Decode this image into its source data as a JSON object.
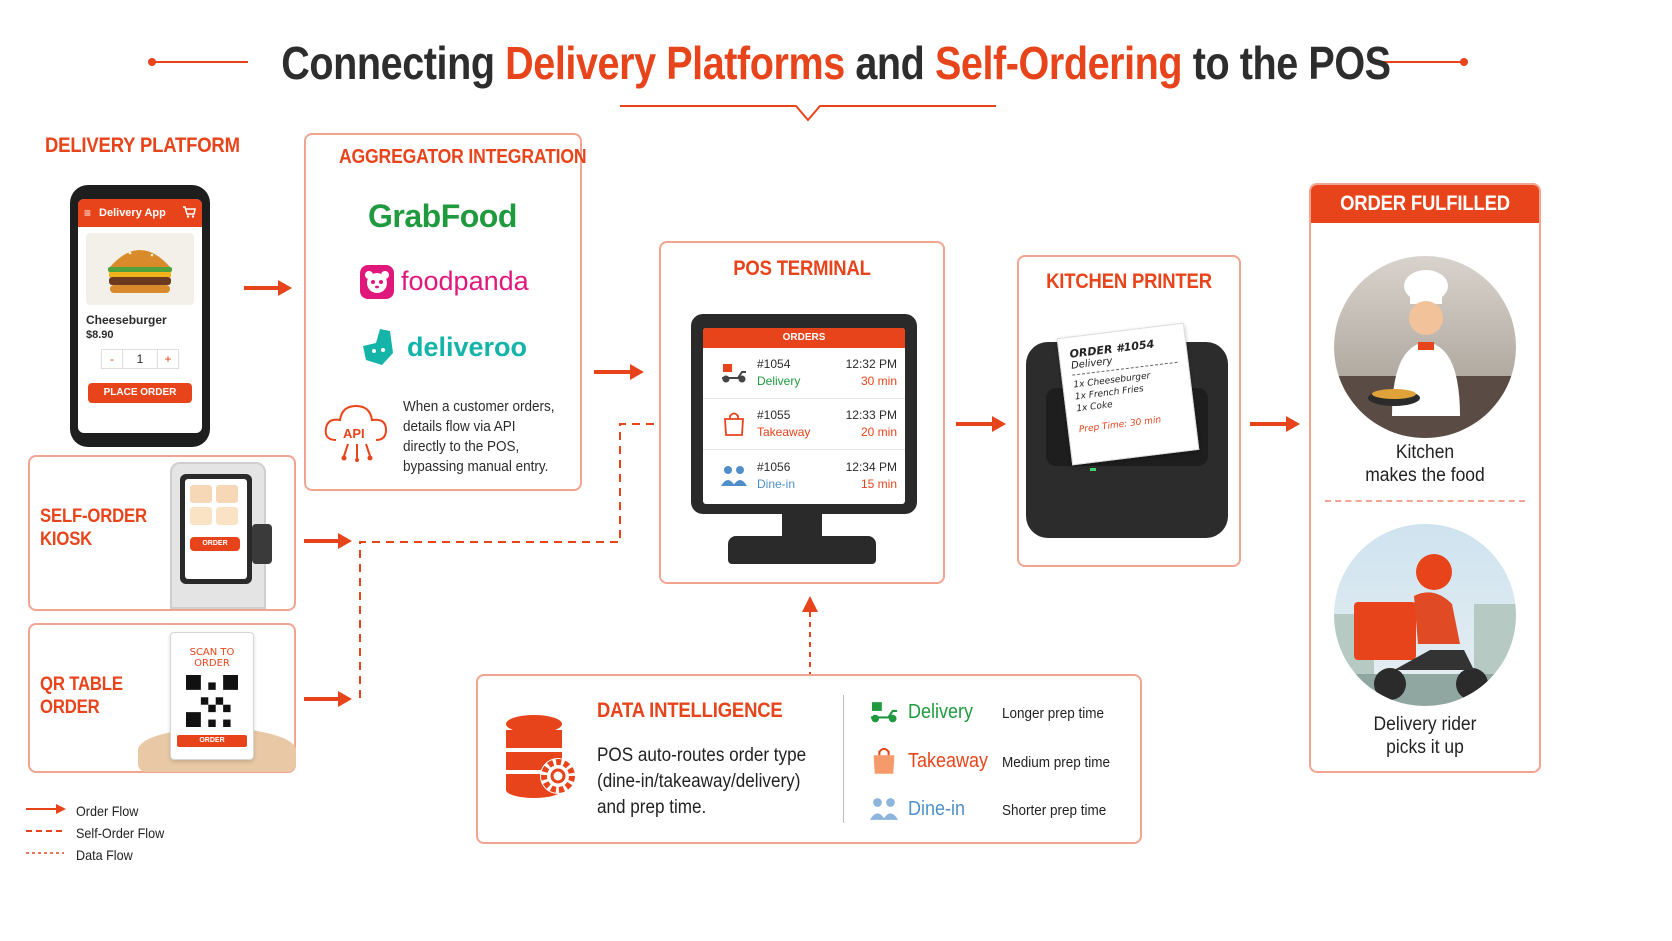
{
  "title": {
    "part1": "Connecting ",
    "part2": "Delivery Platforms",
    "part3": " and ",
    "part4": "Self-Ordering",
    "part5": " to the POS"
  },
  "delivery_platform": {
    "heading": "DELIVERY PLATFORM",
    "app_title": "Delivery App",
    "item_name": "Cheeseburger",
    "item_price": "$8.90",
    "qty_minus": "-",
    "qty_value": "1",
    "qty_plus": "+",
    "place_order": "PLACE ORDER"
  },
  "aggregator": {
    "heading": "AGGREGATOR INTEGRATION",
    "logos": [
      "GrabFood",
      "foodpanda",
      "deliveroo"
    ],
    "api_label": "API",
    "description_lines": [
      "When a customer orders,",
      "details flow via API",
      "directly to the POS,",
      "bypassing manual entry."
    ]
  },
  "kiosk": {
    "heading_line1": "SELF-ORDER",
    "heading_line2": "KIOSK",
    "button": "ORDER"
  },
  "qr": {
    "heading_line1": "QR TABLE",
    "heading_line2": "ORDER",
    "card_line1": "SCAN TO",
    "card_line2": "ORDER",
    "card_button": "ORDER"
  },
  "pos": {
    "heading": "POS TERMINAL",
    "screen_header": "ORDERS",
    "orders": [
      {
        "id": "#1054",
        "type": "Delivery",
        "time": "12:32 PM",
        "prep": "30 min"
      },
      {
        "id": "#1055",
        "type": "Takeaway",
        "time": "12:33 PM",
        "prep": "20 min"
      },
      {
        "id": "#1056",
        "type": "Dine-in",
        "time": "12:34 PM",
        "prep": "15 min"
      }
    ]
  },
  "printer": {
    "heading": "KITCHEN PRINTER",
    "ticket_title": "ORDER #1054",
    "ticket_type": "Delivery",
    "ticket_items": [
      "1x Cheeseburger",
      "1x French Fries",
      "1x Coke"
    ],
    "ticket_prep": "Prep Time: 30 min"
  },
  "fulfilled": {
    "heading": "ORDER FULFILLED",
    "kitchen_line1": "Kitchen",
    "kitchen_line2": "makes the food",
    "rider_line1": "Delivery rider",
    "rider_line2": "picks it up"
  },
  "data_intelligence": {
    "heading": "DATA INTELLIGENCE",
    "description_lines": [
      "POS auto-routes order type",
      "(dine-in/takeaway/delivery)",
      "and prep time."
    ],
    "types": [
      {
        "name": "Delivery",
        "prep": "Longer prep time",
        "color": "#1f9a3e"
      },
      {
        "name": "Takeaway",
        "prep": "Medium prep time",
        "color": "#e8441b"
      },
      {
        "name": "Dine-in",
        "prep": "Shorter prep time",
        "color": "#4f8fc9"
      }
    ]
  },
  "legend": {
    "order_flow": "Order Flow",
    "self_order_flow": "Self-Order Flow",
    "data_flow": "Data Flow"
  },
  "colors": {
    "accent": "#e8441b",
    "grab": "#1f9a3e",
    "foodpanda": "#e0187c",
    "deliveroo": "#14b4a8",
    "dinein": "#4f8fc9"
  }
}
